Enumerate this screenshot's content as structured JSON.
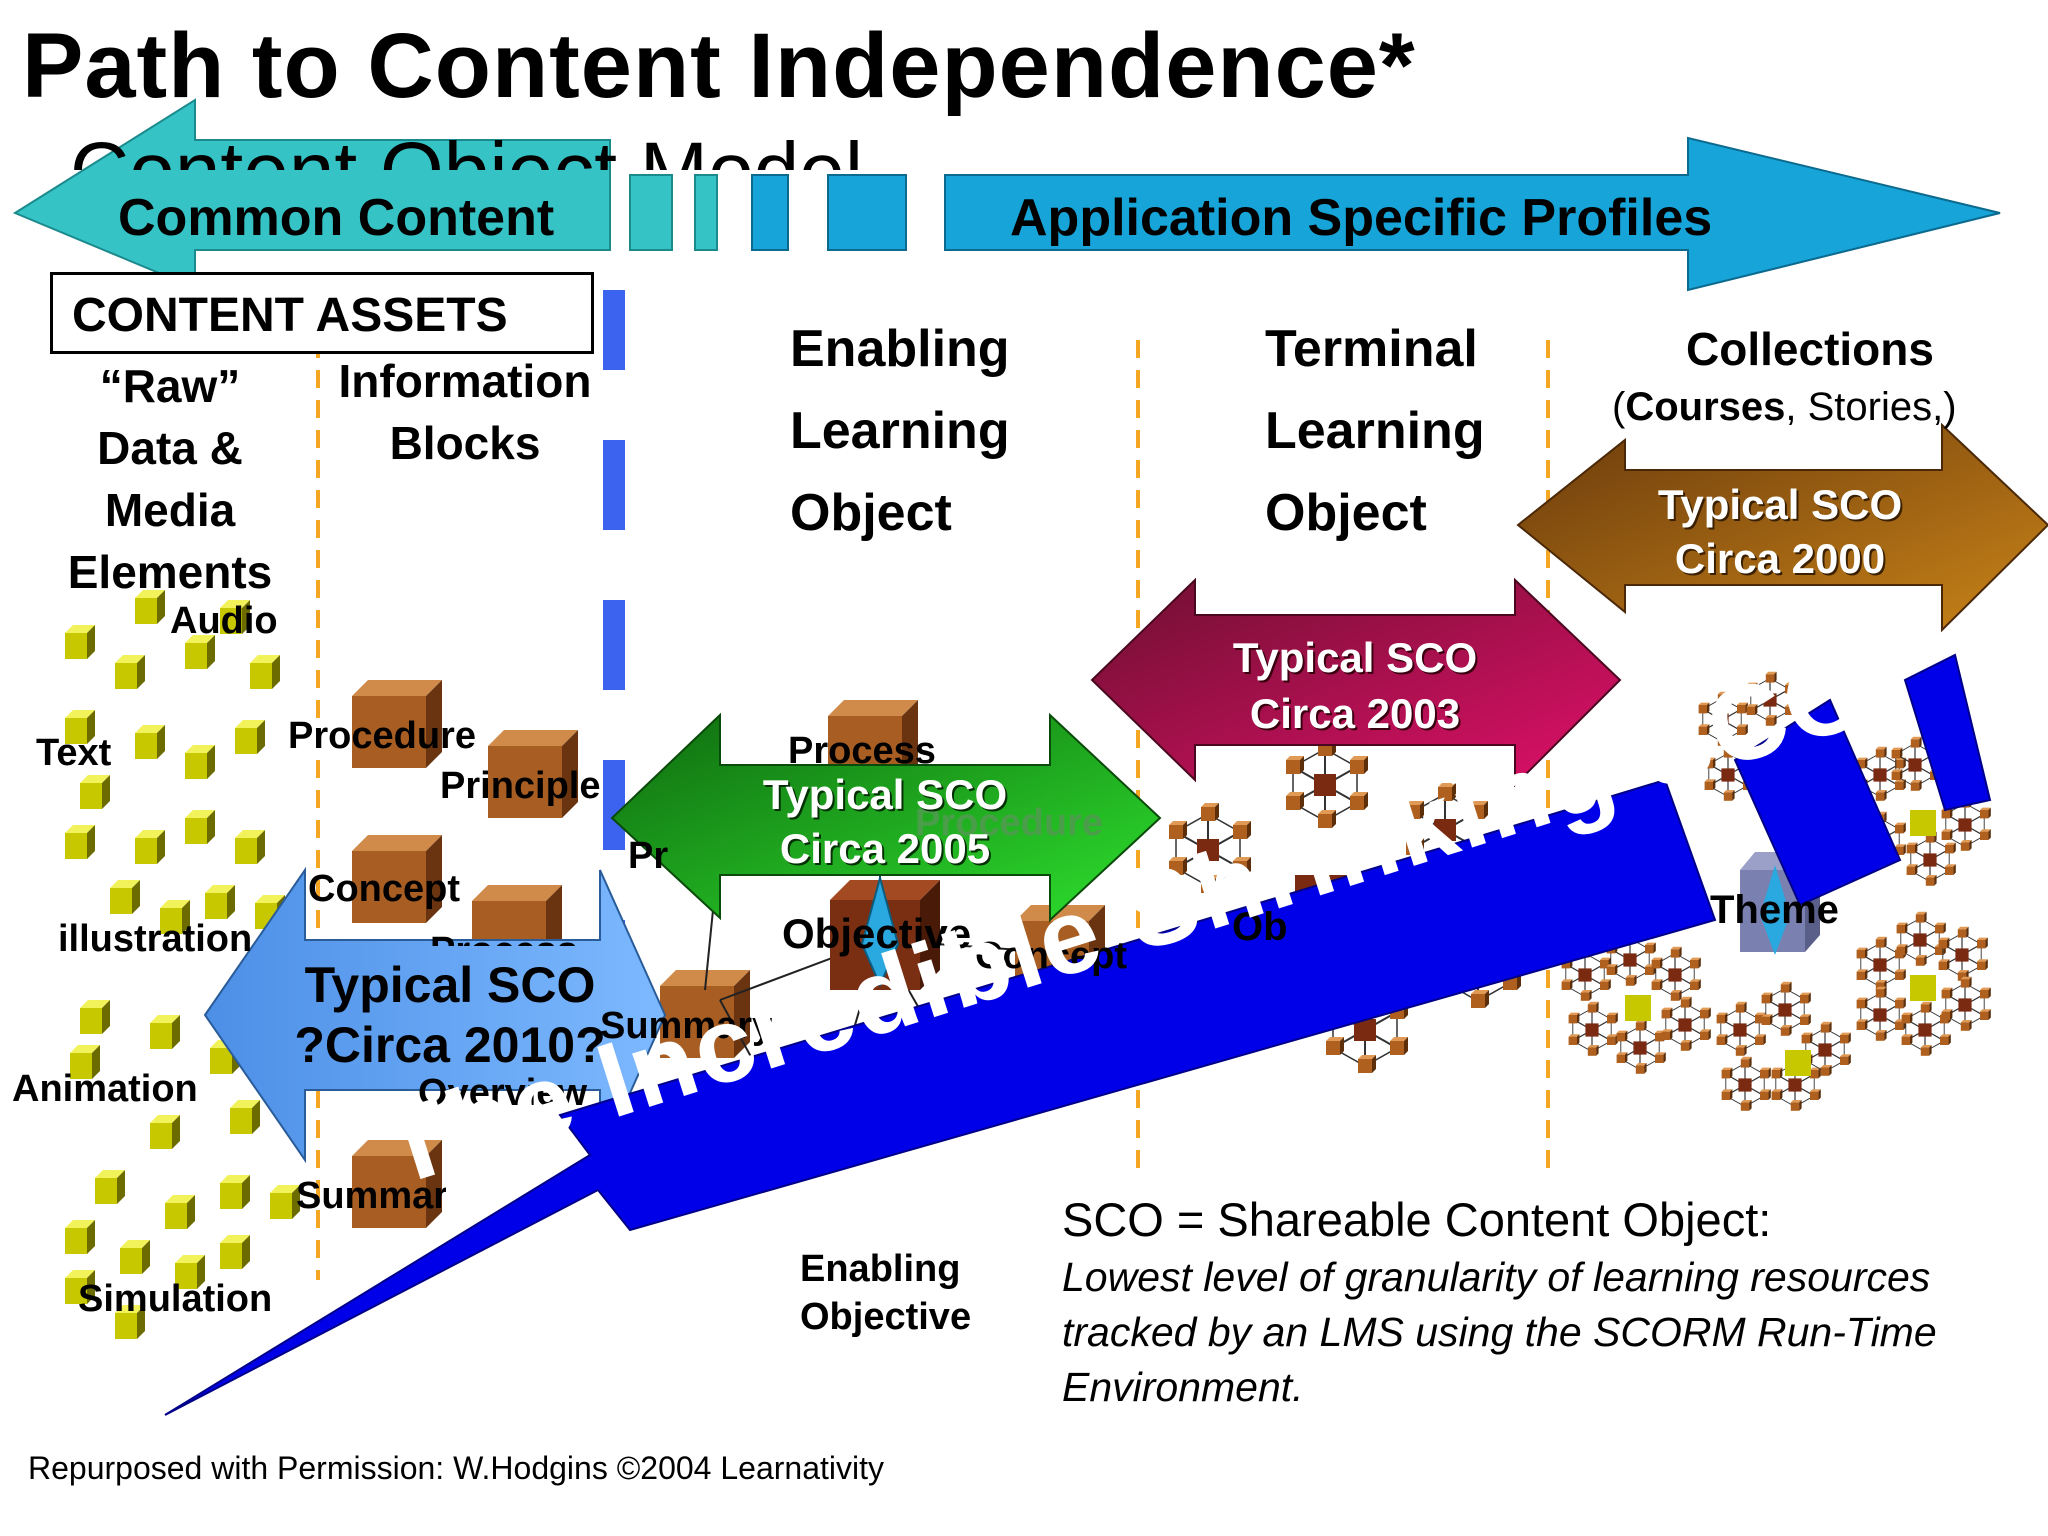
{
  "title": "Path to Content Independence*",
  "subtitle": "Content Object Model",
  "arrows": {
    "common_content": "Common Content",
    "app_profiles": "Application Specific Profiles"
  },
  "content_assets": "CONTENT ASSETS",
  "raw_data": [
    "“Raw”",
    "Data &",
    "Media",
    "Elements"
  ],
  "info_blocks": [
    "Information",
    "Blocks"
  ],
  "elo": [
    "Enabling",
    "Learning",
    "Object"
  ],
  "tlo": [
    "Terminal",
    "Learning",
    "Object"
  ],
  "collections": {
    "title": "Collections",
    "sub_open": "(",
    "sub_bold": "Courses",
    "sub_rest": ", Stories,)"
  },
  "media_labels": {
    "audio": "Audio",
    "text": "Text",
    "illustration": "illustration",
    "animation": "Animation",
    "simulation": "Simulation"
  },
  "block_labels": {
    "procedure": "Procedure",
    "principle": "Principle",
    "concept": "Concept",
    "process": "Process",
    "overview": "Overview",
    "summary": "Summary"
  },
  "elo_labels": {
    "process": "Process",
    "procedure": "Procedure",
    "principle": "Pr",
    "objective": "Objective",
    "concept": "Concept",
    "summary": "Summary",
    "enabling_objective": [
      "Enabling",
      "Objective"
    ]
  },
  "tlo_labels": {
    "objective": "Ob"
  },
  "theme_label": "Theme",
  "sco_arrows": {
    "c2010": [
      "Typical SCO",
      "?Circa 2010?"
    ],
    "c2005": [
      "Typical SCO",
      "Circa 2005"
    ],
    "c2003": [
      "Typical SCO",
      "Circa 2003"
    ],
    "c2000": [
      "Typical SCO",
      "Circa 2000"
    ]
  },
  "shrinking": "The Incredible Shrinking SCO",
  "sco_definition": {
    "title": "SCO = Shareable Content Object:",
    "body": "Lowest level of granularity of learning resources tracked by an LMS using the SCORM Run-Time Environment."
  },
  "caption": "Repurposed with Permission: W.Hodgins ©2004 Learnativity",
  "colors": {
    "common_arrow": "#35C3C6",
    "app_arrow": "#17A4D8",
    "blue_dash": "#3B63F0",
    "orange_dash": "#F5A623",
    "sco2010": "#5AA0F0",
    "sco2005": "#1E9B1E",
    "sco2003": "#8E1A3C",
    "sco2000": "#8A5414",
    "shrinking": "#0000E8",
    "cube_yellow": "#D4D400",
    "cube_brown": "#B36A2E"
  }
}
